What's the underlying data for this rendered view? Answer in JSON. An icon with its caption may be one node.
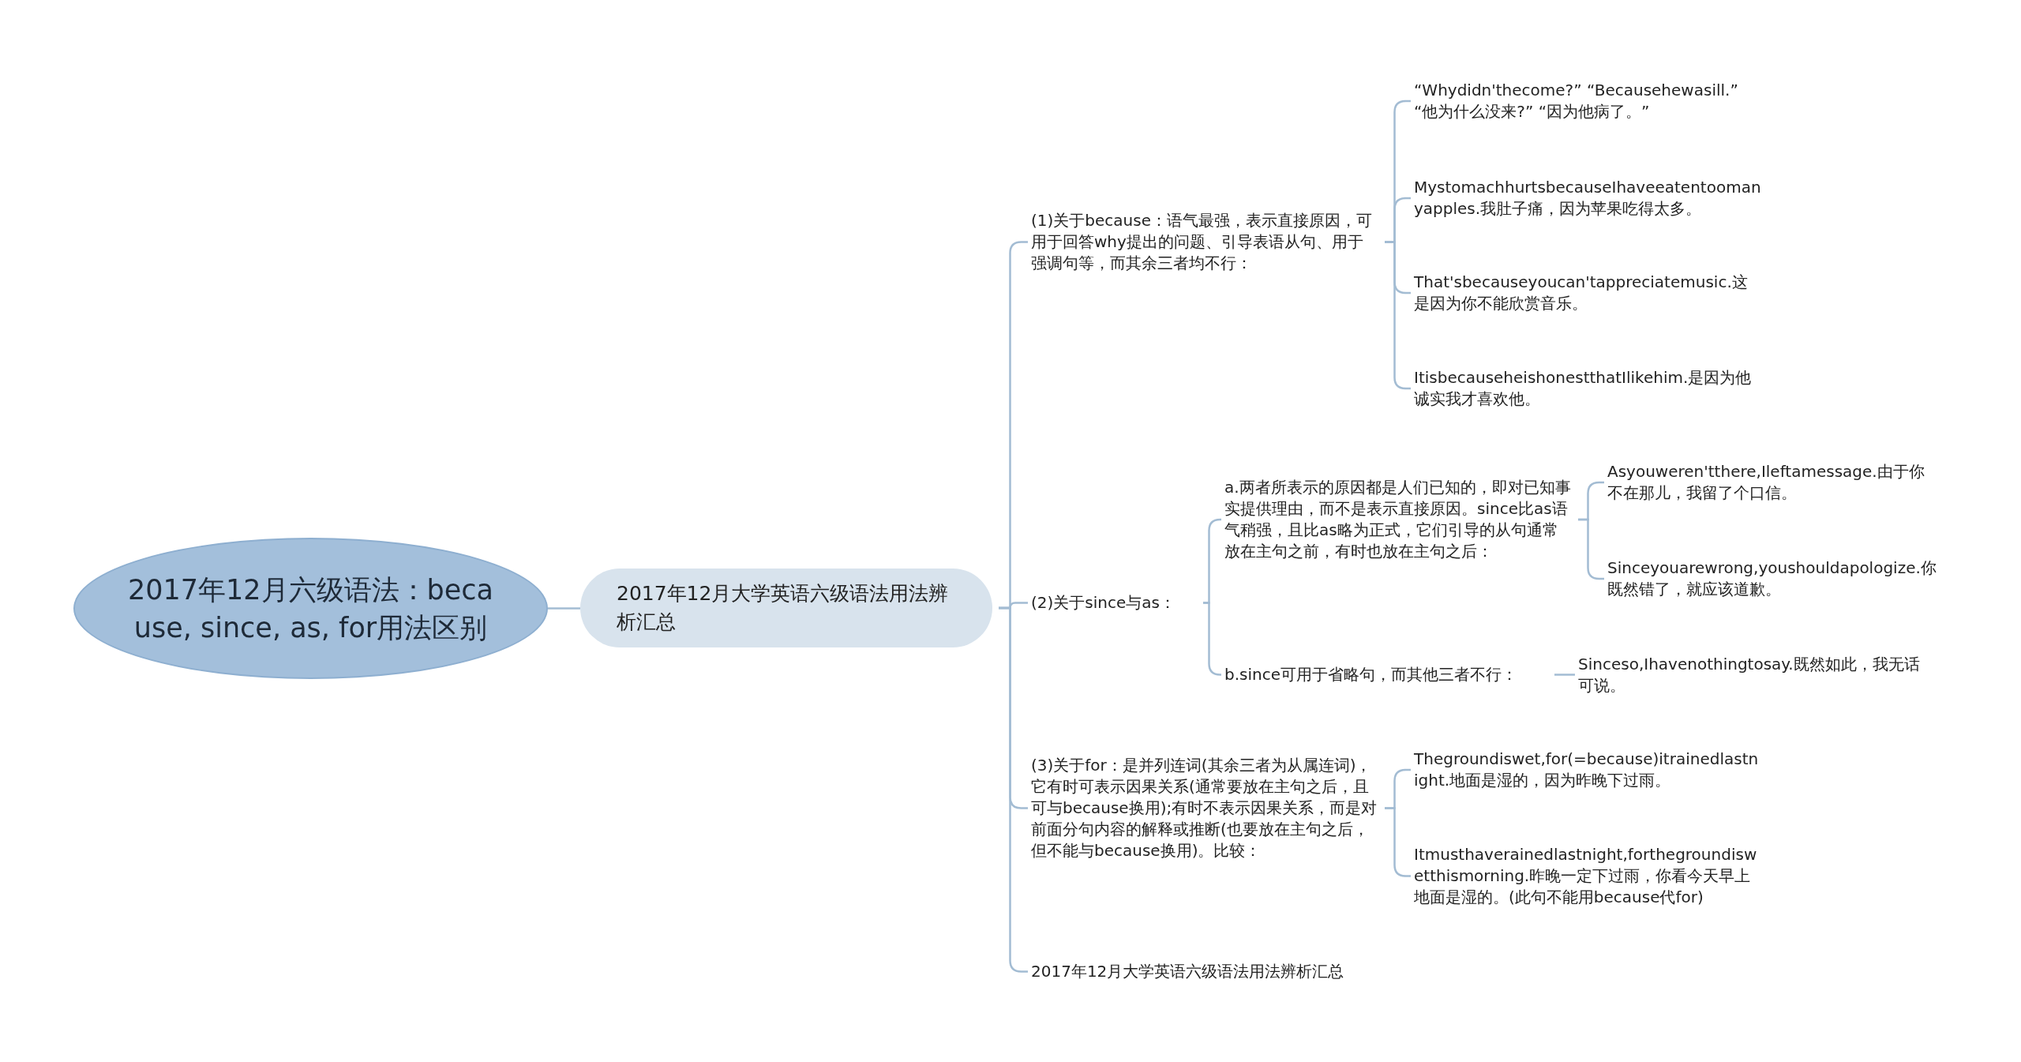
{
  "diagram": {
    "nodes": [
      {
        "text": [
          "2017年12月六级语法：because, since, as, for用法区别"
        ]
      },
      {
        "text": [
          "2017年12月大学英语六级语法用法辨析汇总"
        ]
      },
      {
        "text": [
          "(1)关于because：语气最强，表示直接原因，可用于回答why提出的问题、引导表语从句、用于强调句等，而其余三者均不行："
        ]
      },
      {
        "text": [
          "“Whydidn'thecome?” “Becausehewasill.” “他为什么没来?” “因为他病了。”"
        ]
      },
      {
        "text": [
          "MystomachhurtsbecauseIhaveeatentoomanyapples.我肚子痛，因为苹果吃得太多。"
        ]
      },
      {
        "text": [
          "That'sbecauseyoucan'tappreciatemusic.这是因为你不能欣赏音乐。"
        ]
      },
      {
        "text": [
          "ItisbecauseheishonestthatIlikehim.是因为他诚实我才喜欢他。"
        ]
      },
      {
        "text": [
          "(2)关于since与as："
        ]
      },
      {
        "text": [
          "a.两者所表示的原因都是人们已知的，即对已知事实提供理由，而不是表示直接原因。since比as语气稍强，且比as略为正式，它们引导的从句通常放在主句之前，有时也放在主句之后："
        ]
      },
      {
        "text": [
          "Asyouweren'tthere,Ileftamessage.由于你不在那儿，我留了个口信。"
        ]
      },
      {
        "text": [
          "Sinceyouarewrong,youshouldapologize.你既然错了，就应该道歉。"
        ]
      },
      {
        "text": [
          "b.since可用于省略句，而其他三者不行："
        ]
      },
      {
        "text": [
          "Sinceso,Ihavenothingtosay.既然如此，我无话可说。"
        ]
      },
      {
        "text": [
          "(3)关于for：是并列连词(其余三者为从属连词)，它有时可表示因果关系(通常要放在主句之后，且可与because换用);有时不表示因果关系，而是对前面分句内容的解释或推断(也要放在主句之后，但不能与because换用)。比较："
        ]
      },
      {
        "text": [
          "Thegroundiswet,for(=because)itrainedlastnight.地面是湿的，因为昨晚下过雨。"
        ]
      },
      {
        "text": [
          "Itmusthaverainedlastnight,forthegroundiswetthismorning.昨晚一定下过雨，你看今天早上地面是湿的。(此句不能用because代for)"
        ]
      },
      {
        "text": [
          "2017年12月大学英语六级语法用法辨析汇总"
        ]
      }
    ],
    "edges": [
      {
        "from": 0,
        "to": 1,
        "arrow": "none"
      },
      {
        "from": 1,
        "to": 2,
        "arrow": "none"
      },
      {
        "from": 1,
        "to": 7,
        "arrow": "none"
      },
      {
        "from": 1,
        "to": 13,
        "arrow": "none"
      },
      {
        "from": 1,
        "to": 16,
        "arrow": "none"
      },
      {
        "from": 2,
        "to": 3,
        "arrow": "none"
      },
      {
        "from": 2,
        "to": 4,
        "arrow": "none"
      },
      {
        "from": 2,
        "to": 5,
        "arrow": "none"
      },
      {
        "from": 2,
        "to": 6,
        "arrow": "none"
      },
      {
        "from": 7,
        "to": 8,
        "arrow": "none"
      },
      {
        "from": 7,
        "to": 11,
        "arrow": "none"
      },
      {
        "from": 8,
        "to": 9,
        "arrow": "none"
      },
      {
        "from": 8,
        "to": 10,
        "arrow": "none"
      },
      {
        "from": 11,
        "to": 12,
        "arrow": "none"
      },
      {
        "from": 13,
        "to": 14,
        "arrow": "none"
      },
      {
        "from": 13,
        "to": 15,
        "arrow": "none"
      }
    ]
  }
}
